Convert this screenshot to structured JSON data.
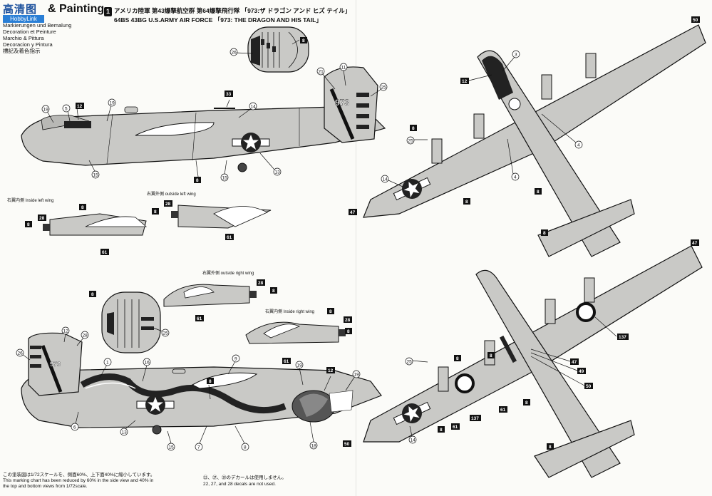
{
  "header": {
    "logo_text": "高清图",
    "logo_sub": "HobbyLink",
    "title": "& Painting",
    "languages": [
      "Markierungen und Bemalung",
      "Decoration et Peinture",
      "Marchio & Pittura",
      "Decoracion y Pintura",
      "標記及着色指示"
    ],
    "step_number": "1",
    "subtitle_jp": "アメリカ陸軍 第43爆撃航空群 第64爆撃飛行隊 「973:ザ ドラゴン アンド ヒズ テイル」",
    "subtitle_en": "64BS 43BG U.S.ARMY AIR FORCE 「973: THE DRAGON AND HIS TAIL」"
  },
  "labels": {
    "inside_left_wing": "右翼内側 Inside left wing",
    "outside_left_wing": "右翼外側 outside left wing",
    "outside_right_wing": "右翼外側 outside right wing",
    "inside_right_wing": "右翼内側 Inside right wing",
    "tail_number": "973"
  },
  "callouts": {
    "c8": "8",
    "c12": "12",
    "c25": "25",
    "c26": "26",
    "c28": "28",
    "c33": "33",
    "c19": "19",
    "c5": "5",
    "c14": "14",
    "c15": "15",
    "c13": "13",
    "c21": "21",
    "c11": "11",
    "c61": "61",
    "c16": "16",
    "c1": "1",
    "c6": "6",
    "c9": "9",
    "c7": "7",
    "c18": "18",
    "c3": "3",
    "c4": "4",
    "c47": "47",
    "c50": "50",
    "c49": "49",
    "c137": "137"
  },
  "footnotes": {
    "jp1": "この塗装図は1/72スケールを、側面60%、上下面40%に縮小しています。",
    "en1": "This marking chart has been reduced by 60% in the side view and 40% in",
    "en2": "the top and bottom views from 1/72scale.",
    "jp2": "㉒、㉗、㉘のデカールは使用しません。",
    "en3": "22, 27, and 28 decals are not used."
  },
  "colors": {
    "aircraft_fill": "#c9c9c6",
    "outline": "#1a1a1a",
    "dark_paint": "#222222",
    "page": "#fbfbf8"
  }
}
